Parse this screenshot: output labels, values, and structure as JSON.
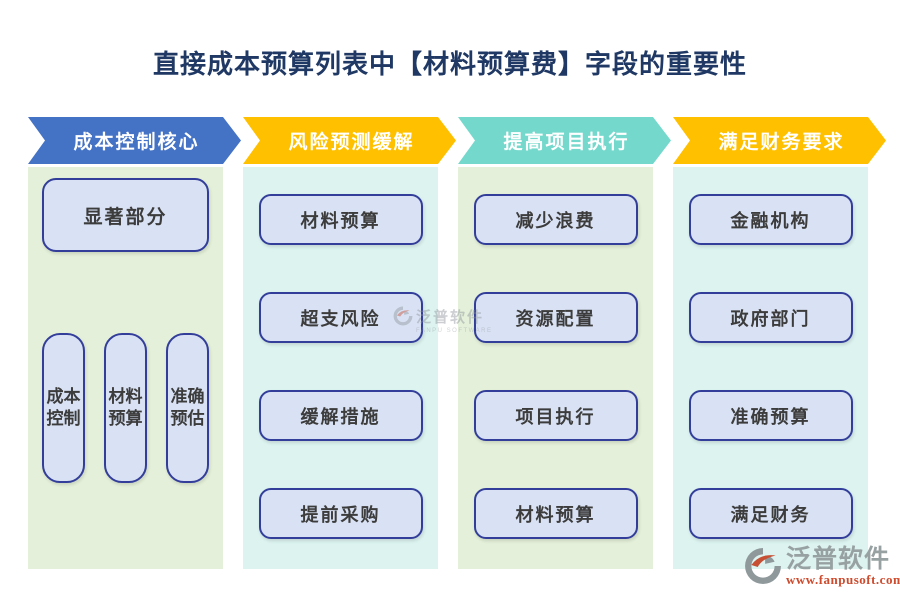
{
  "title": {
    "text": "直接成本预算列表中【材料预算费】字段的重要性",
    "color": "#1F3864"
  },
  "box_style": {
    "fill": "#D9E2F4",
    "border": "#333E9B",
    "text": "#3C3C3C"
  },
  "columns": [
    {
      "header": {
        "label": "成本控制核心",
        "color": "#4472C4"
      },
      "body_color": "#E4F0D9",
      "wide_box": {
        "label": "显著部分"
      },
      "pills": [
        {
          "line1": "成本",
          "line2": "控制"
        },
        {
          "line1": "材料",
          "line2": "预算"
        },
        {
          "line1": "准确",
          "line2": "预估"
        }
      ]
    },
    {
      "header": {
        "label": "风险预测缓解",
        "color": "#FFC000"
      },
      "body_color": "#DCF3F0",
      "boxes": [
        {
          "label": "材料预算"
        },
        {
          "label": "超支风险"
        },
        {
          "label": "缓解措施"
        },
        {
          "label": "提前采购"
        }
      ]
    },
    {
      "header": {
        "label": "提高项目执行",
        "color": "#74D8CC"
      },
      "body_color": "#E4F0D9",
      "boxes": [
        {
          "label": "减少浪费"
        },
        {
          "label": "资源配置"
        },
        {
          "label": "项目执行"
        },
        {
          "label": "材料预算"
        }
      ]
    },
    {
      "header": {
        "label": "满足财务要求",
        "color": "#FFC000"
      },
      "body_color": "#DCF3F0",
      "boxes": [
        {
          "label": "金融机构"
        },
        {
          "label": "政府部门"
        },
        {
          "label": "准确预算"
        },
        {
          "label": "满足财务"
        }
      ]
    }
  ],
  "watermark": {
    "brand": "泛普软件",
    "subtext": "FANPU SOFTWARE"
  },
  "footer": {
    "brand": "泛普软件",
    "url": "www.fanpusoft.com",
    "brand_color": "#98A1A2",
    "url_color": "#CE4B2E"
  }
}
